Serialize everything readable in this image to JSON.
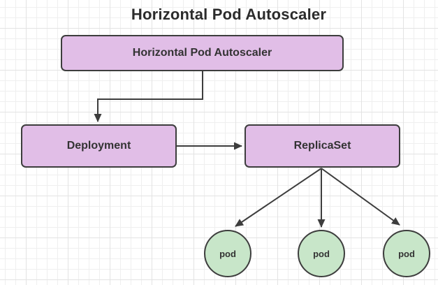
{
  "title": "Horizontal Pod Autoscaler",
  "colors": {
    "node_fill": "#e1bee7",
    "node_border": "#3d3d3d",
    "pod_fill": "#c8e6c9",
    "pod_border": "#3d3d3d",
    "edge": "#3d3d3d",
    "text": "#333333",
    "title_text": "#2b2b2b",
    "background": "#ffffff",
    "grid_minor": "#efefef",
    "grid_major": "#e3e3e3"
  },
  "nodes": [
    {
      "id": "hpa",
      "label": "Horizontal Pod Autoscaler",
      "shape": "rectangle"
    },
    {
      "id": "deployment",
      "label": "Deployment",
      "shape": "rectangle"
    },
    {
      "id": "replicaset",
      "label": "ReplicaSet",
      "shape": "rectangle"
    },
    {
      "id": "pod-1",
      "label": "pod",
      "shape": "circle"
    },
    {
      "id": "pod-2",
      "label": "pod",
      "shape": "circle"
    },
    {
      "id": "pod-3",
      "label": "pod",
      "shape": "circle"
    }
  ],
  "edges": [
    {
      "from": "hpa",
      "to": "deployment",
      "style": "elbow-arrow"
    },
    {
      "from": "deployment",
      "to": "replicaset",
      "style": "straight-arrow"
    },
    {
      "from": "replicaset",
      "to": "pod-1",
      "style": "straight-arrow"
    },
    {
      "from": "replicaset",
      "to": "pod-2",
      "style": "straight-arrow"
    },
    {
      "from": "replicaset",
      "to": "pod-3",
      "style": "straight-arrow"
    }
  ]
}
